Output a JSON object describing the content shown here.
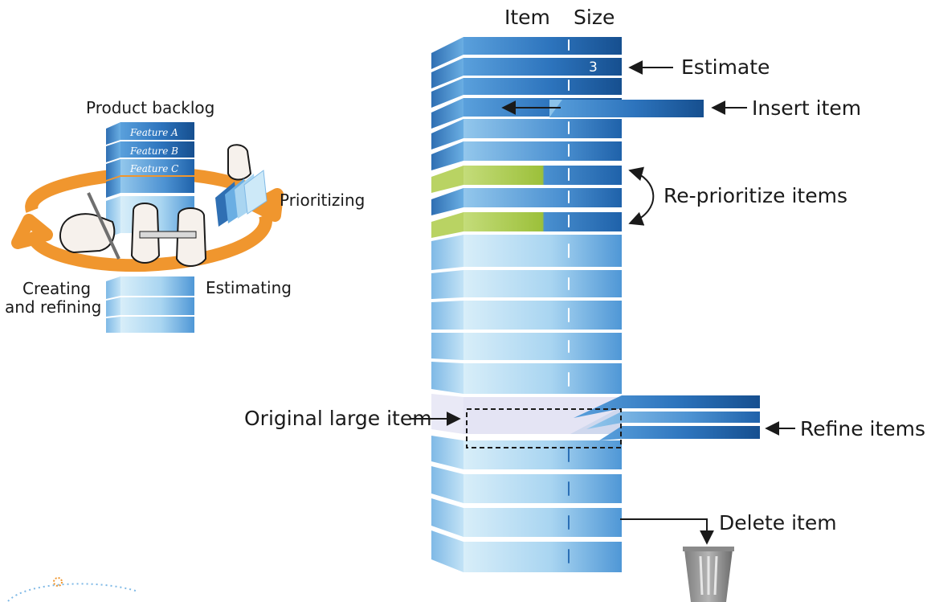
{
  "column_headers": {
    "item": "Item",
    "size": "Size"
  },
  "estimate": {
    "value": "3",
    "label": "Estimate"
  },
  "insert": {
    "label": "Insert item"
  },
  "reprioritize": {
    "label": "Re-prioritize items"
  },
  "refine": {
    "original_label": "Original large item",
    "label": "Refine items"
  },
  "delete": {
    "label": "Delete item"
  },
  "mini_diagram": {
    "title": "Product backlog",
    "features": [
      "Feature A",
      "Feature B",
      "Feature C"
    ],
    "activities": {
      "prioritizing": "Prioritizing",
      "estimating": "Estimating",
      "creating_line1": "Creating",
      "creating_line2": "and refining"
    }
  },
  "colors": {
    "dark_blue": "#1d5fa6",
    "mid_blue": "#3b86c9",
    "light_blue": "#bfe0f3",
    "green": "#9cc03a",
    "orange": "#f0962e",
    "gray": "#9a9a9a"
  },
  "icons": [
    "arrow-left-icon",
    "double-arrow-icon",
    "arrow-down-icon",
    "trash-can-icon",
    "hand-pen-icon",
    "hands-ruler-icon",
    "hand-cards-icon"
  ]
}
